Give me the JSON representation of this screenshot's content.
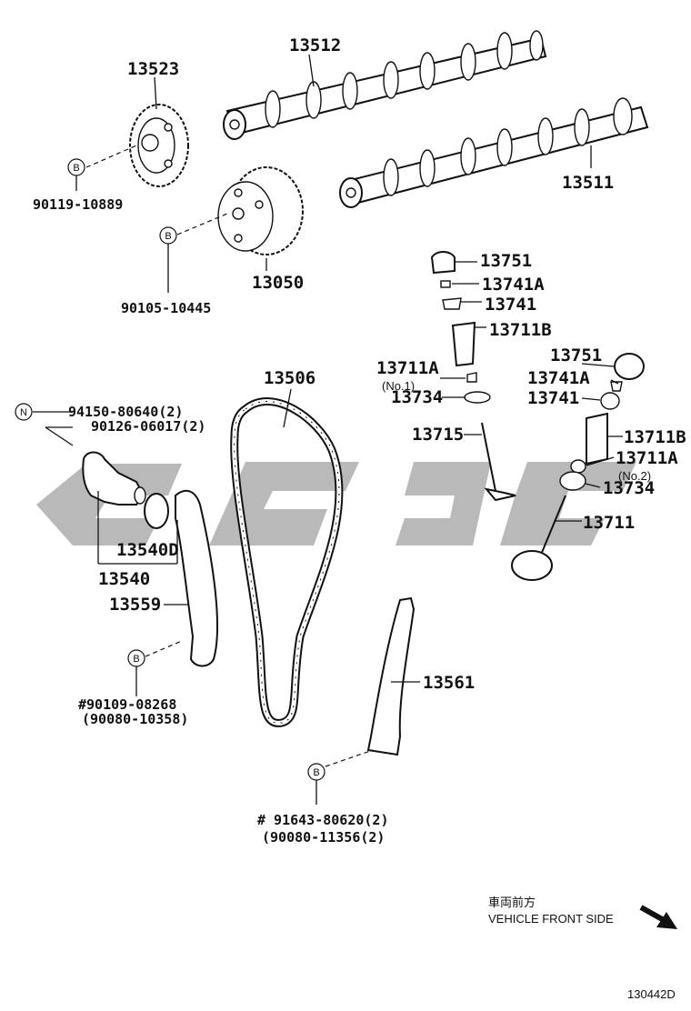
{
  "parts": {
    "p13523": "13523",
    "p13512": "13512",
    "p13511": "13511",
    "p13050": "13050",
    "p90119": "90119-10889",
    "p90105": "90105-10445",
    "p13751a": "13751",
    "p13741Aa": "13741A",
    "p13741a": "13741",
    "p13711Ba": "13711B",
    "p13711Aa": "13711A",
    "no1": "(No.1)",
    "p13734a": "13734",
    "p13715": "13715",
    "p13751b": "13751",
    "p13741Ab": "13741A",
    "p13741b": "13741",
    "p13711Bb": "13711B",
    "p13711Ab": "13711A",
    "no2": "(No.2)",
    "p13734b": "13734",
    "p13711": "13711",
    "p13506": "13506",
    "p94150": "94150-80640(2)",
    "p90126": "90126-06017(2)",
    "p13540D": "13540D",
    "p13540": "13540",
    "p13559": "13559",
    "p90109": "#90109-08268",
    "p90080a": "(90080-10358)",
    "p13561": "13561",
    "p91643": "# 91643-80620(2)",
    "p90080b": "(90080-11356(2)"
  },
  "circles": {
    "b": "B",
    "n": "N"
  },
  "direction": {
    "jp": "車両前方",
    "en": "VEHICLE FRONT SIDE"
  },
  "figure_id": "130442D"
}
